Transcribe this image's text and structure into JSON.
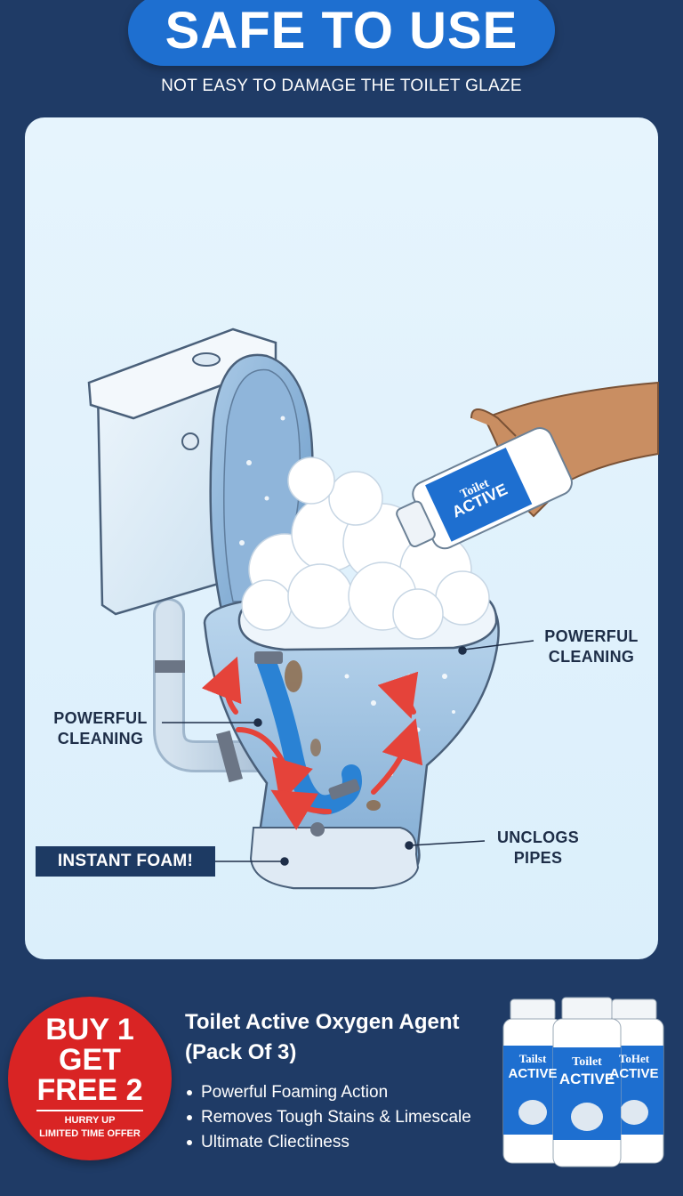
{
  "header": {
    "title": "SAFE TO USE",
    "subtitle": "NOT EASY TO DAMAGE THE TOILET GLAZE"
  },
  "illustration": {
    "callouts": {
      "powerful_right": "POWERFUL\nCLEANING",
      "powerful_left": "POWERFUL\nCLEANING",
      "unclogs": "UNCLOGS\nPIPES",
      "foam": "INSTANT FOAM!"
    },
    "bottle_label": {
      "brand": "Toilet",
      "name": "ACTIVE"
    }
  },
  "promo": {
    "line1": "BUY 1",
    "line2": "GET",
    "line3": "FREE 2",
    "small1": "HURRY UP",
    "small2": "LIMITED TIME OFFER"
  },
  "product": {
    "title": "Toilet Active Oxygen Agent (Pack Of 3)",
    "features": [
      "Powerful Foaming Action",
      "Removes Tough Stains & Limescale",
      "Ultimate Cliectiness"
    ],
    "bottle_labels": [
      {
        "brand": "Tailst",
        "name": "ACTIVE"
      },
      {
        "brand": "Toilet",
        "name": "ACTIVE"
      },
      {
        "brand": "ToHet",
        "name": "ACTIVE"
      }
    ]
  },
  "colors": {
    "background": "#1f3b66",
    "title_pill": "#1e6fd0",
    "panel": "#e6f4fd",
    "promo_red": "#d92424",
    "arrow_red": "#e5433a"
  }
}
